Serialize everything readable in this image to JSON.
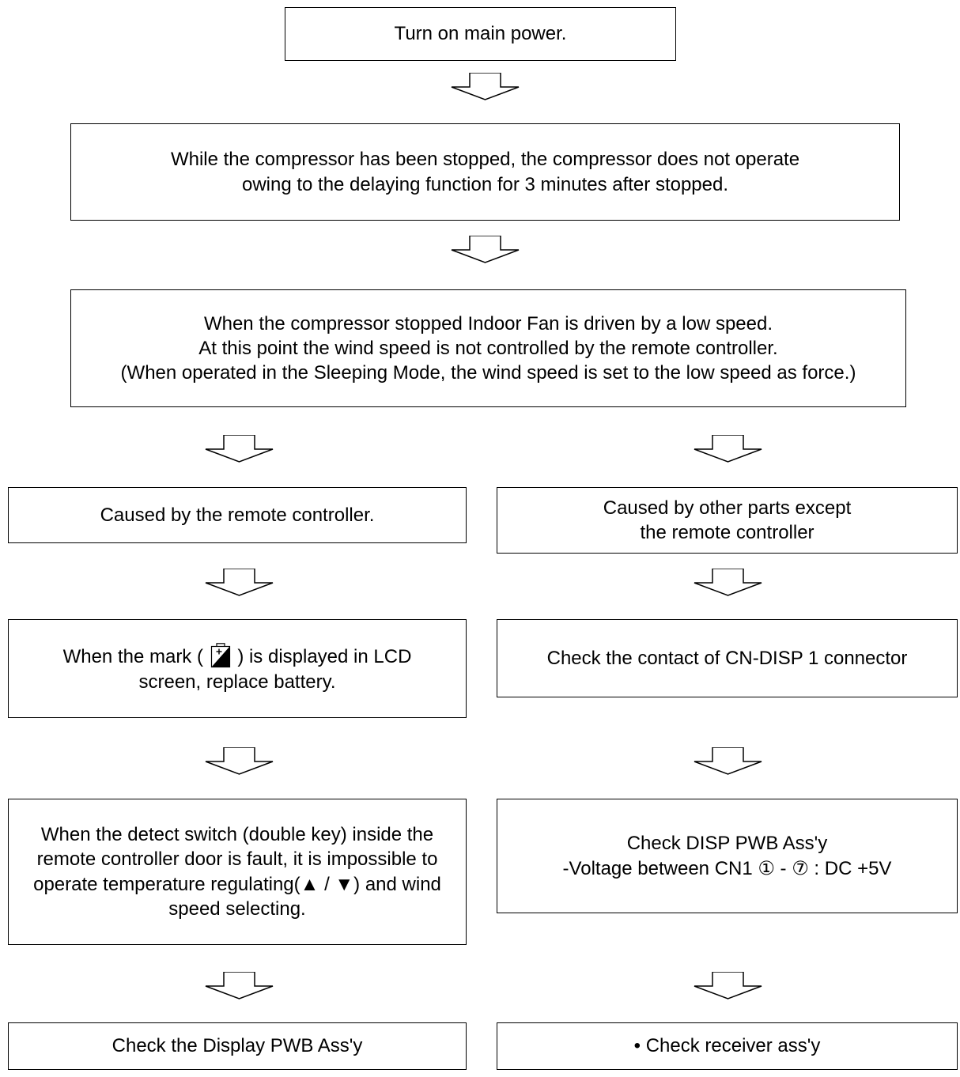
{
  "steps": {
    "start": "Turn on main power.",
    "delay": "While the compressor has been stopped, the compressor does not operate\nowing to the delaying function for 3 minutes after stopped.",
    "fan": "When the compressor stopped Indoor Fan is driven by a low speed.\nAt this point the wind speed is not controlled by the remote controller.\n(When operated in the Sleeping Mode, the wind speed is set to the low speed as force.)"
  },
  "left": {
    "cause": "Caused by the remote controller.",
    "battery_before": "When the mark (",
    "battery_after": ") is displayed in LCD\nscreen, replace battery.",
    "switch": "When the detect switch (double key) inside the remote controller door is fault, it is impossible to operate temperature regulating(▲ / ▼) and wind speed selecting.",
    "display": "Check the Display PWB Ass'y"
  },
  "right": {
    "cause": "Caused by other parts except\nthe remote controller",
    "contact": "Check the contact of CN-DISP 1 connector",
    "voltage": "Check DISP PWB Ass'y\n-Voltage between CN1 ① - ⑦ : DC +5V",
    "receiver": "• Check receiver ass'y"
  },
  "icons": {
    "battery": "battery-low-icon",
    "arrow": "hollow-down-arrow-icon"
  }
}
